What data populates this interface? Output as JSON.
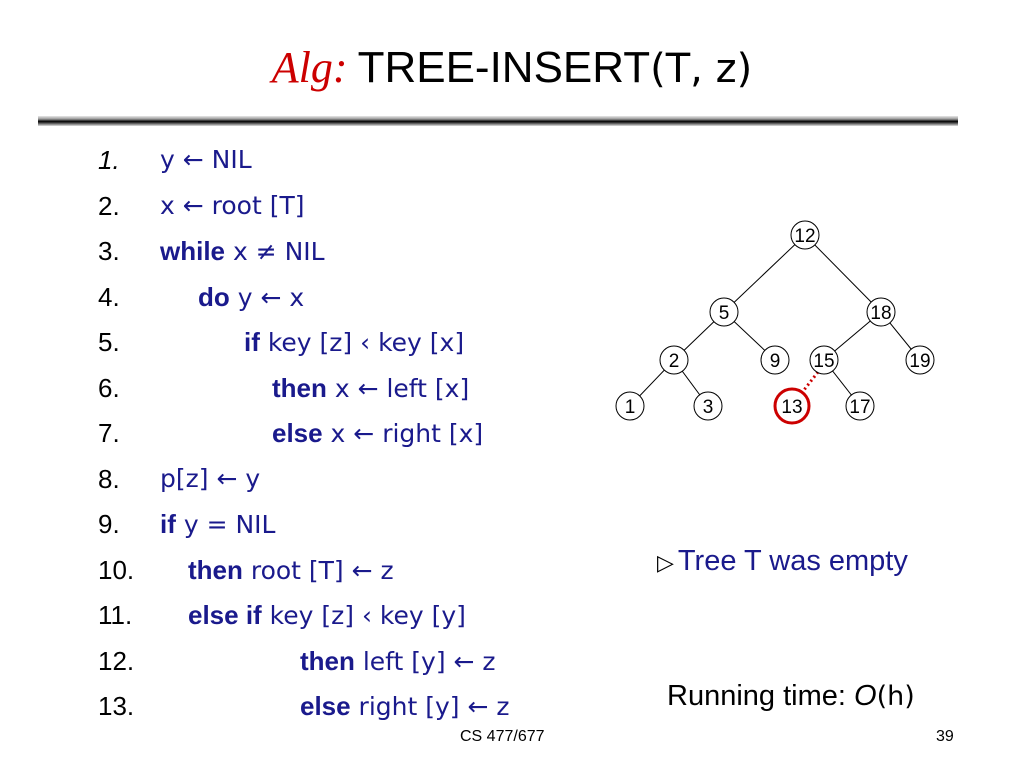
{
  "title": {
    "prefix": "Alg:",
    "name": "TREE-INSERT",
    "args": "(T, z)"
  },
  "code_lines": [
    {
      "num": "1.",
      "kw": "",
      "text": "y ← NIL",
      "indent": 0
    },
    {
      "num": "2.",
      "kw": "",
      "text": "x ← root [T]",
      "indent": 0
    },
    {
      "num": "3.",
      "kw": "while",
      "text": " x ≠ NIL",
      "indent": 0
    },
    {
      "num": "4.",
      "kw": "do",
      "text": " y ← x",
      "indent": 1
    },
    {
      "num": "5.",
      "kw": "if",
      "text": " key [z] ‹ key [x]",
      "indent": 2
    },
    {
      "num": "6.",
      "kw": "then",
      "text": " x ← left [x]",
      "indent": 3
    },
    {
      "num": "7.",
      "kw": "else",
      "text": " x ← right [x]",
      "indent": 3
    },
    {
      "num": "8.",
      "kw": "",
      "text": "p[z] ← y",
      "indent": 0
    },
    {
      "num": "9.",
      "kw": "if",
      "text": " y = NIL",
      "indent": 0
    },
    {
      "num": "10.",
      "kw": "then",
      "text": " root [T] ← z",
      "indent": 4
    },
    {
      "num": "11.",
      "kw": "else if",
      "text": " key [z] ‹ key [y]",
      "indent": 4
    },
    {
      "num": "12.",
      "kw": "then",
      "text": " left [y] ← z",
      "indent": 5
    },
    {
      "num": "13.",
      "kw": "else",
      "text": " right [y] ← z",
      "indent": 5
    }
  ],
  "tree": {
    "nodes": [
      {
        "id": "n12",
        "label": "12"
      },
      {
        "id": "n5",
        "label": "5"
      },
      {
        "id": "n18",
        "label": "18"
      },
      {
        "id": "n2",
        "label": "2"
      },
      {
        "id": "n9",
        "label": "9"
      },
      {
        "id": "n15",
        "label": "15"
      },
      {
        "id": "n19",
        "label": "19"
      },
      {
        "id": "n1",
        "label": "1"
      },
      {
        "id": "n3",
        "label": "3"
      },
      {
        "id": "n13",
        "label": "13",
        "highlight": true
      },
      {
        "id": "n17",
        "label": "17"
      }
    ],
    "highlight_color": "#cc0000"
  },
  "comment": {
    "symbol": "▷",
    "text": "Tree T was empty"
  },
  "running_time": {
    "label": "Running time: ",
    "O": "O",
    "arg": "(h)"
  },
  "footer": {
    "course": "CS 477/677",
    "page": "39"
  },
  "colors": {
    "code": "#1a1a8c",
    "title_accent": "#cc0000"
  }
}
